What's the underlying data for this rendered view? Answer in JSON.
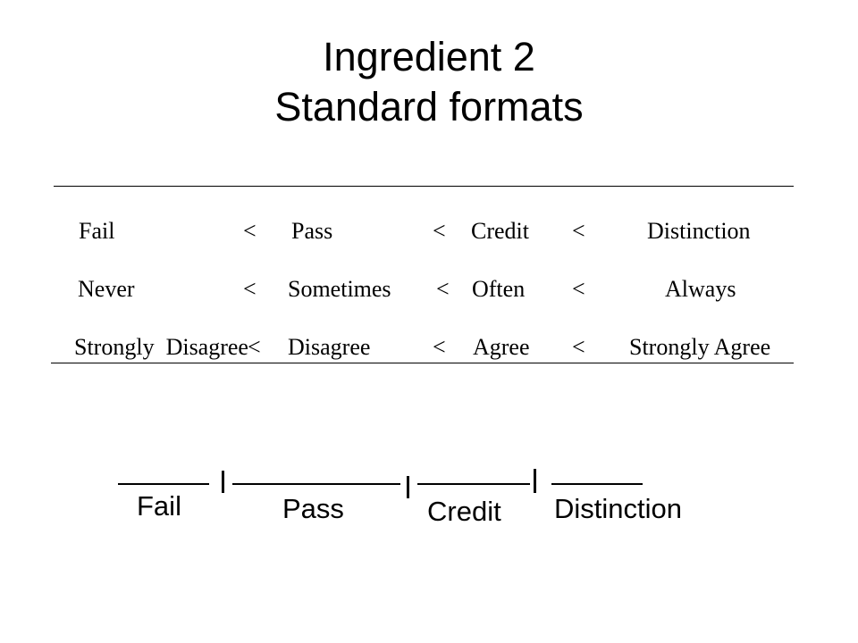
{
  "title": {
    "line1": "Ingredient 2",
    "line2": "Standard formats"
  },
  "table": {
    "rows": [
      [
        "Fail",
        "Pass",
        "Credit",
        "Distinction"
      ],
      [
        "Never",
        "Sometimes",
        "Often",
        "Always"
      ],
      [
        "Strongly  Disagree",
        "Disagree",
        "Agree",
        "Strongly Agree"
      ]
    ],
    "separator": "<"
  },
  "scale": {
    "labels": [
      "Fail",
      "Pass",
      "Credit",
      "Distinction"
    ],
    "tick": "|"
  }
}
